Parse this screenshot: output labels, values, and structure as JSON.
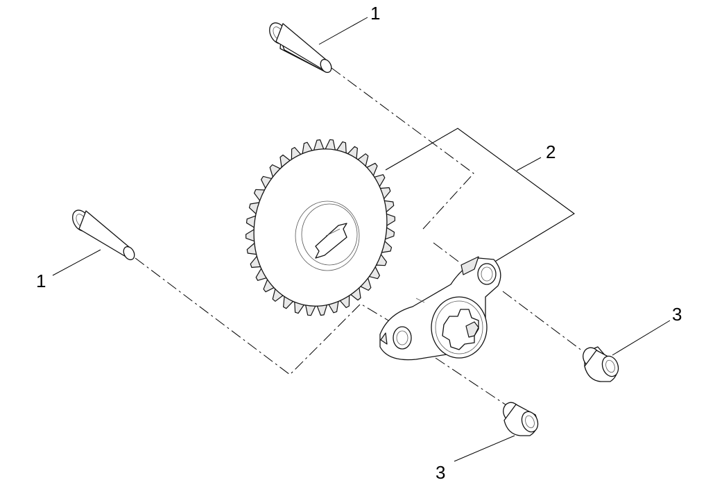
{
  "callouts": {
    "pin_top": "1",
    "pin_left": "1",
    "gear_pump": "2",
    "bushing_right": "3",
    "bushing_bottom": "3"
  }
}
